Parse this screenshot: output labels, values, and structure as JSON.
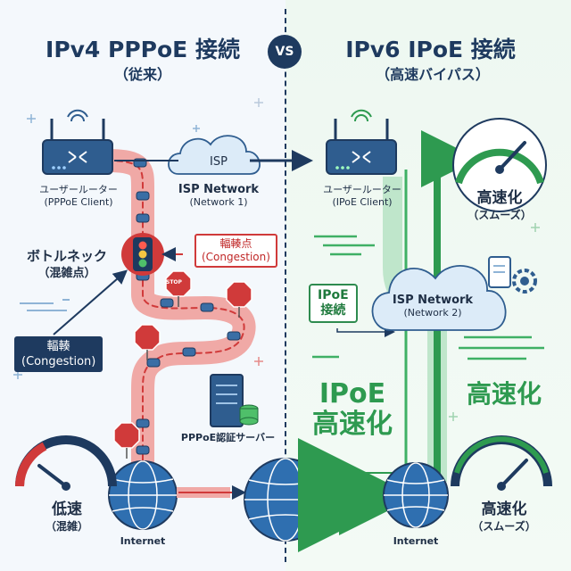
{
  "left": {
    "title": "IPv4 PPPoE 接続",
    "subtitle": "（従来）",
    "router_label": "ユーザールーター",
    "router_sub": "(PPPoE Client)",
    "isp_cloud": "ISP",
    "isp_label": "ISP Network",
    "isp_sub": "(Network 1)",
    "bottleneck_label": "ボトルネック",
    "bottleneck_sub": "（混雑点）",
    "congestion_point_label": "輻輳点",
    "congestion_point_sub": "(Congestion)",
    "congestion_label": "輻輳",
    "congestion_sub": "(Congestion)",
    "auth_server_label": "PPPoE認証サーバー",
    "stop_sign": "STOP",
    "internet_label": "Internet",
    "speed_label": "低速",
    "speed_sub": "（混雑）"
  },
  "vs_label": "VS",
  "right": {
    "title": "IPv6 IPoE 接続",
    "subtitle": "（高速バイパス）",
    "router_label": "ユーザールーター",
    "router_sub": "(IPoE Client)",
    "speed_top_label": "高速化",
    "speed_top_sub": "（スムーズ）",
    "ipoe_conn_line1": "IPoE",
    "ipoe_conn_line2": "接続",
    "isp_label": "ISP Network",
    "isp_sub": "(Network 2)",
    "big_label_line1": "IPoE",
    "big_label_line2": "高速化",
    "big_label_right": "高速化",
    "internet_label": "Internet",
    "speed_bottom_label": "高速化",
    "speed_bottom_sub": "（スムーズ）"
  },
  "colors": {
    "navy": "#1e3a5f",
    "congestion_red": "#d03a3a",
    "fast_green": "#2e9a50",
    "router_blue": "#2f5d8f",
    "cloud_blue": "#dcebf8"
  }
}
